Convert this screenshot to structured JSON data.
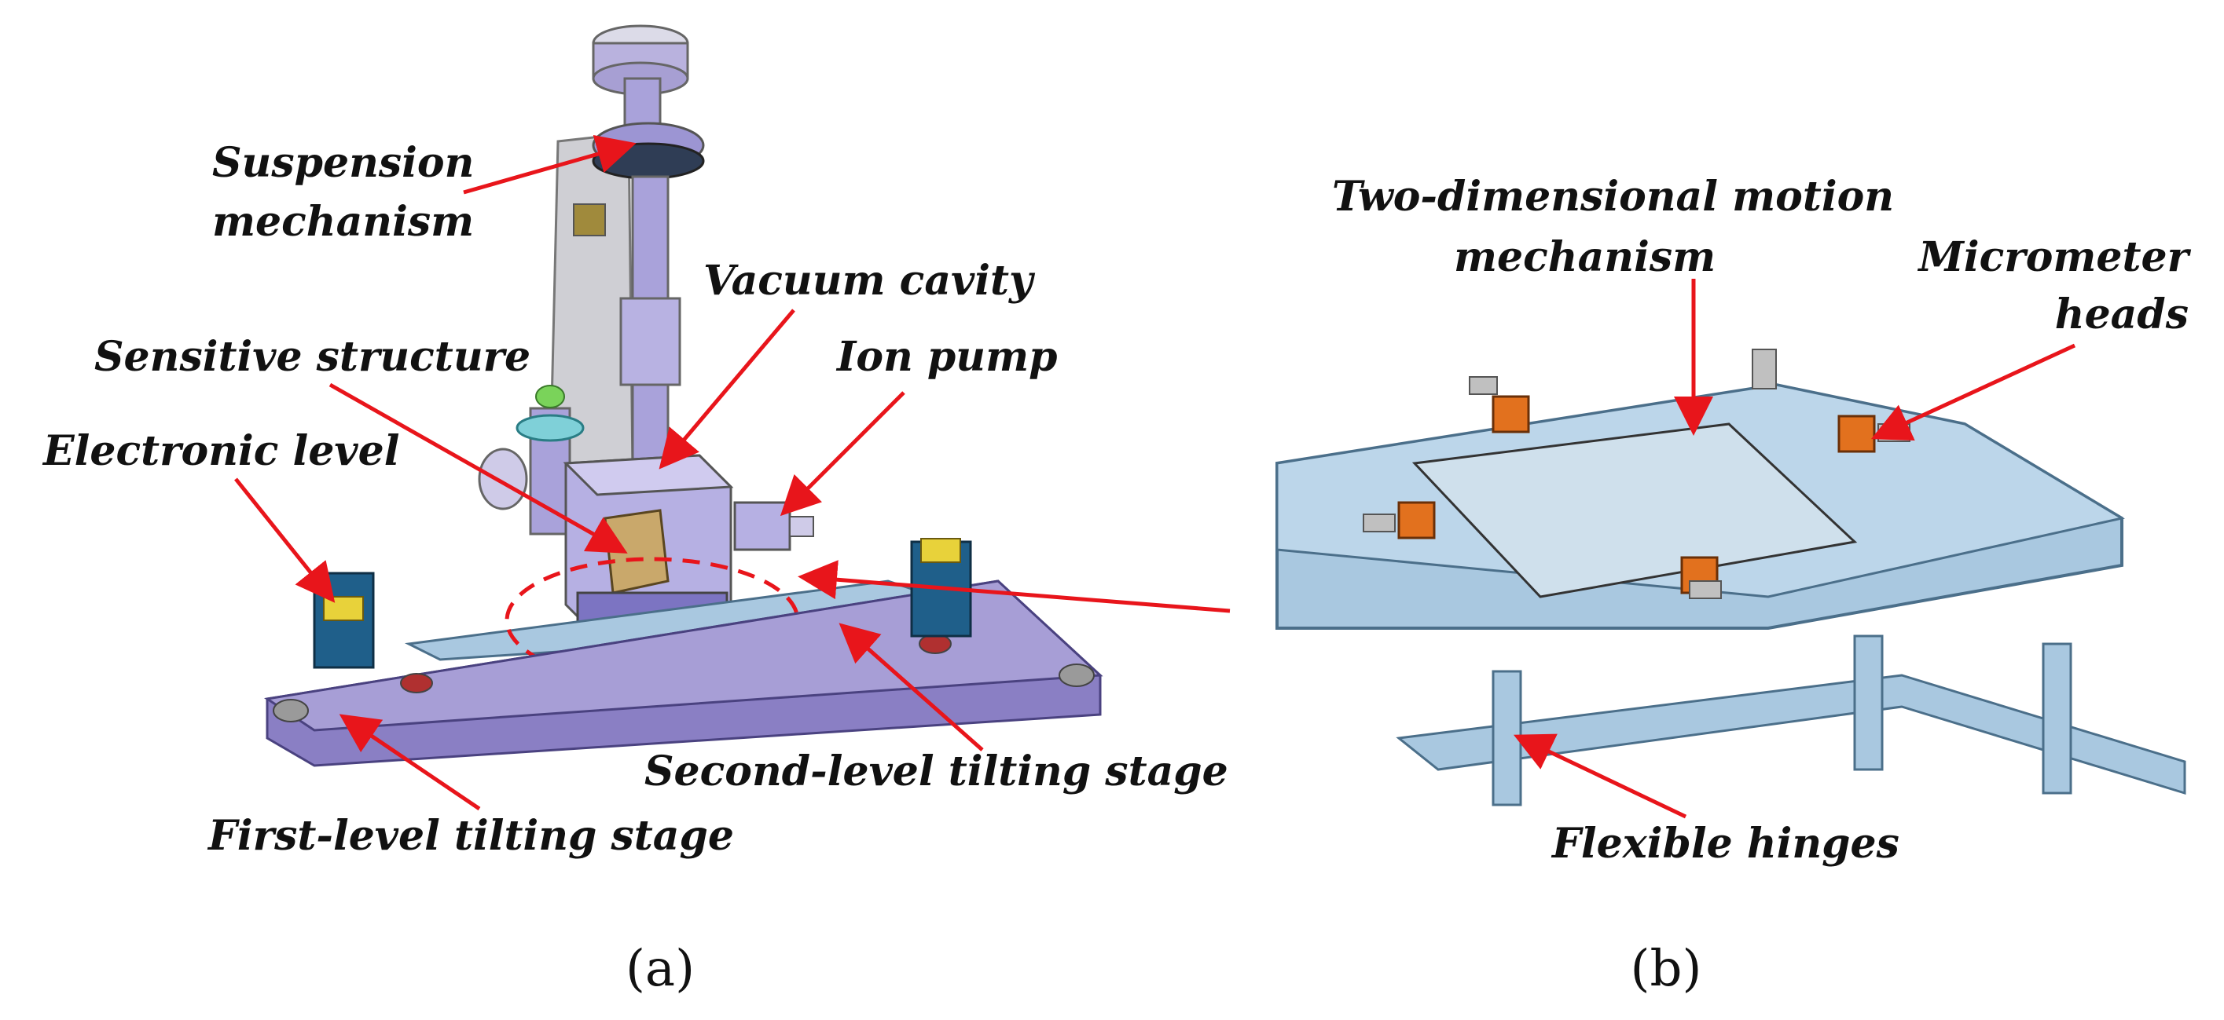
{
  "colors": {
    "plate_purple": "#8a7fc4",
    "stage_blue": "#a9c8e0",
    "arrow_red": "#e8151b",
    "micrometer_orange": "#e2711e",
    "level_blue": "#1f5f8a",
    "sensor_gold": "#c9a86b"
  },
  "panel_a": {
    "caption": "(a)",
    "labels": {
      "suspension_1": "Suspension",
      "suspension_2": "mechanism",
      "vacuum": "Vacuum cavity",
      "sensitive": "Sensitive structure",
      "ion_pump": "Ion pump",
      "electronic_level": "Electronic level",
      "second_stage": "Second-level tilting stage",
      "first_stage": "First-level tilting stage"
    }
  },
  "panel_b": {
    "caption": "(b)",
    "labels": {
      "motion_1": "Two-dimensional motion",
      "motion_2": "mechanism",
      "micrometer_1": "Micrometer",
      "micrometer_2": "heads",
      "hinges": "Flexible hinges"
    }
  }
}
